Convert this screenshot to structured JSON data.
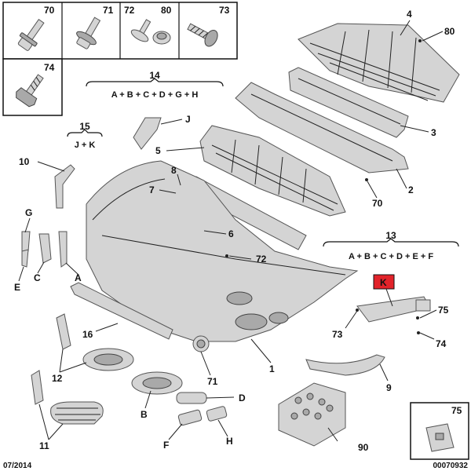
{
  "fastener_boxes": [
    {
      "ref": "70",
      "icon": "bolt-flanged-icon"
    },
    {
      "ref": "71",
      "icon": "bolt-with-washer-icon"
    },
    {
      "ref": "72",
      "icon": "push-rivet-icon"
    },
    {
      "ref": "80",
      "icon": "plastic-plug-icon"
    },
    {
      "ref": "73",
      "icon": "screw-icon"
    },
    {
      "ref": "74",
      "icon": "hex-bolt-icon"
    }
  ],
  "groups": [
    {
      "ref": "14",
      "formula": "A + B + C + D + G + H"
    },
    {
      "ref": "15",
      "formula": "J + K"
    },
    {
      "ref": "13",
      "formula": "A + B + C + D + E + F"
    }
  ],
  "callouts": {
    "c1": "1",
    "c2": "2",
    "c3": "3",
    "c4": "4",
    "c5": "5",
    "c6": "6",
    "c7": "7",
    "c8": "8",
    "c9": "9",
    "c10": "10",
    "c11": "11",
    "c12": "12",
    "c16": "16",
    "c70": "70",
    "c71": "71",
    "c72": "72",
    "c73": "73",
    "c74": "74",
    "c75": "75",
    "c80": "80",
    "c90": "90",
    "cA": "A",
    "cB": "B",
    "cC": "C",
    "cD": "D",
    "cE": "E",
    "cF": "F",
    "cG": "G",
    "cH": "H",
    "cJ": "J",
    "cK": "K"
  },
  "inset_box": {
    "ref": "75",
    "icon": "spring-clip-icon"
  },
  "footer": {
    "date": "07/2014",
    "doc_number": "00070932"
  },
  "colors": {
    "highlight": "#e2232a",
    "part_fill": "#d4d4d4",
    "line": "#222222"
  }
}
